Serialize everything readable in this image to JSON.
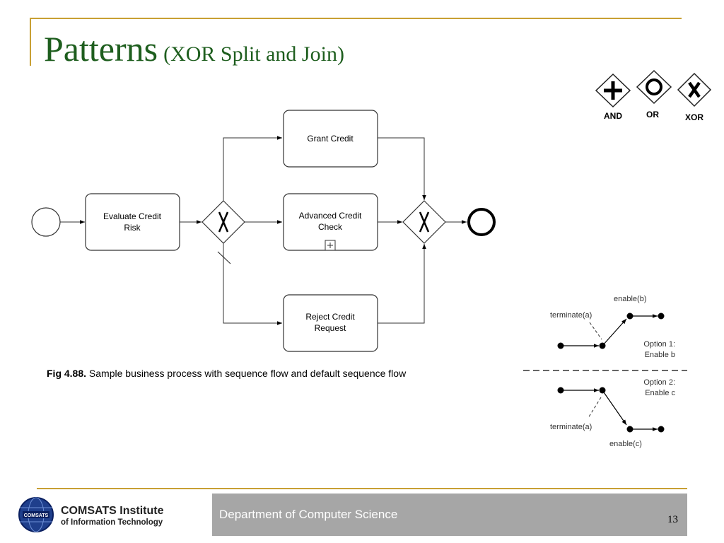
{
  "title": {
    "main": "Patterns",
    "sub": "(XOR Split and Join)"
  },
  "legend": {
    "and": "AND",
    "or": "OR",
    "xor": "XOR"
  },
  "process": {
    "evaluate": [
      "Evaluate Credit",
      "Risk"
    ],
    "grant": "Grant Credit",
    "advanced": [
      "Advanced Credit",
      "Check"
    ],
    "reject": [
      "Reject Credit",
      "Request"
    ]
  },
  "caption": {
    "label": "Fig 4.88.",
    "text": " Sample business process with sequence flow and default sequence flow"
  },
  "options": {
    "enable_b": "enable(b)",
    "terminate_a_top": "terminate(a)",
    "option1": [
      "Option 1:",
      "Enable b"
    ],
    "option2": [
      "Option 2:",
      "Enable c"
    ],
    "terminate_a_bottom": "terminate(a)",
    "enable_c": "enable(c)"
  },
  "footer": {
    "org_name": "COMSATS Institute",
    "org_sub": "of Information Technology",
    "emblem": "COMSATS",
    "department": "Department of Computer Science",
    "page": "13"
  }
}
